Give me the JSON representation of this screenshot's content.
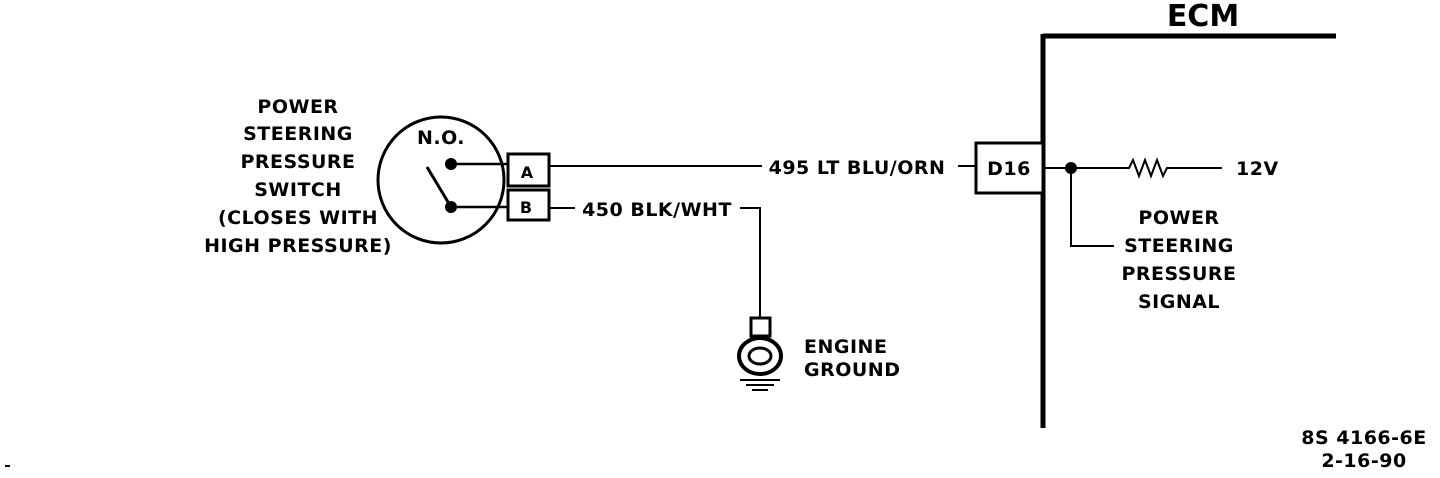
{
  "switch": {
    "label_lines": [
      "POWER",
      "STEERING",
      "PRESSURE",
      "SWITCH",
      "(CLOSES WITH",
      "HIGH PRESSURE)"
    ],
    "state": "N.O.",
    "pin_a": "A",
    "pin_b": "B"
  },
  "wires": {
    "signal": "495 LT BLU/ORN",
    "ground": "450 BLK/WHT"
  },
  "ground": {
    "label_lines": [
      "ENGINE",
      "GROUND"
    ]
  },
  "ecm": {
    "title": "ECM",
    "pin": "D16",
    "voltage": "12V",
    "signal_label_lines": [
      "POWER",
      "STEERING",
      "PRESSURE",
      "SIGNAL"
    ]
  },
  "footer": {
    "code": "8S 4166-6E",
    "date": "2-16-90"
  }
}
